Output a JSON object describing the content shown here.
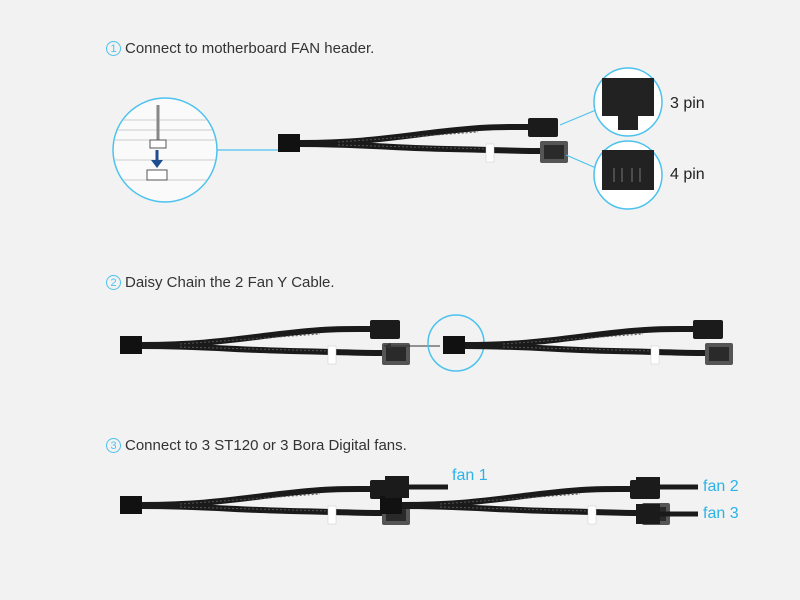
{
  "steps": [
    {
      "number": "1",
      "text": "Connect to motherboard FAN header."
    },
    {
      "number": "2",
      "text": "Daisy Chain the 2 Fan Y Cable."
    },
    {
      "number": "3",
      "text": "Connect to 3 ST120 or 3 Bora Digital fans."
    }
  ],
  "pin_labels": {
    "three": "3 pin",
    "four": "4 pin"
  },
  "fan_labels": [
    "fan 1",
    "fan 2",
    "fan 3"
  ],
  "colors": {
    "accent": "#4cc2ee",
    "fan_label": "#2ab3e8",
    "text": "#333333"
  }
}
